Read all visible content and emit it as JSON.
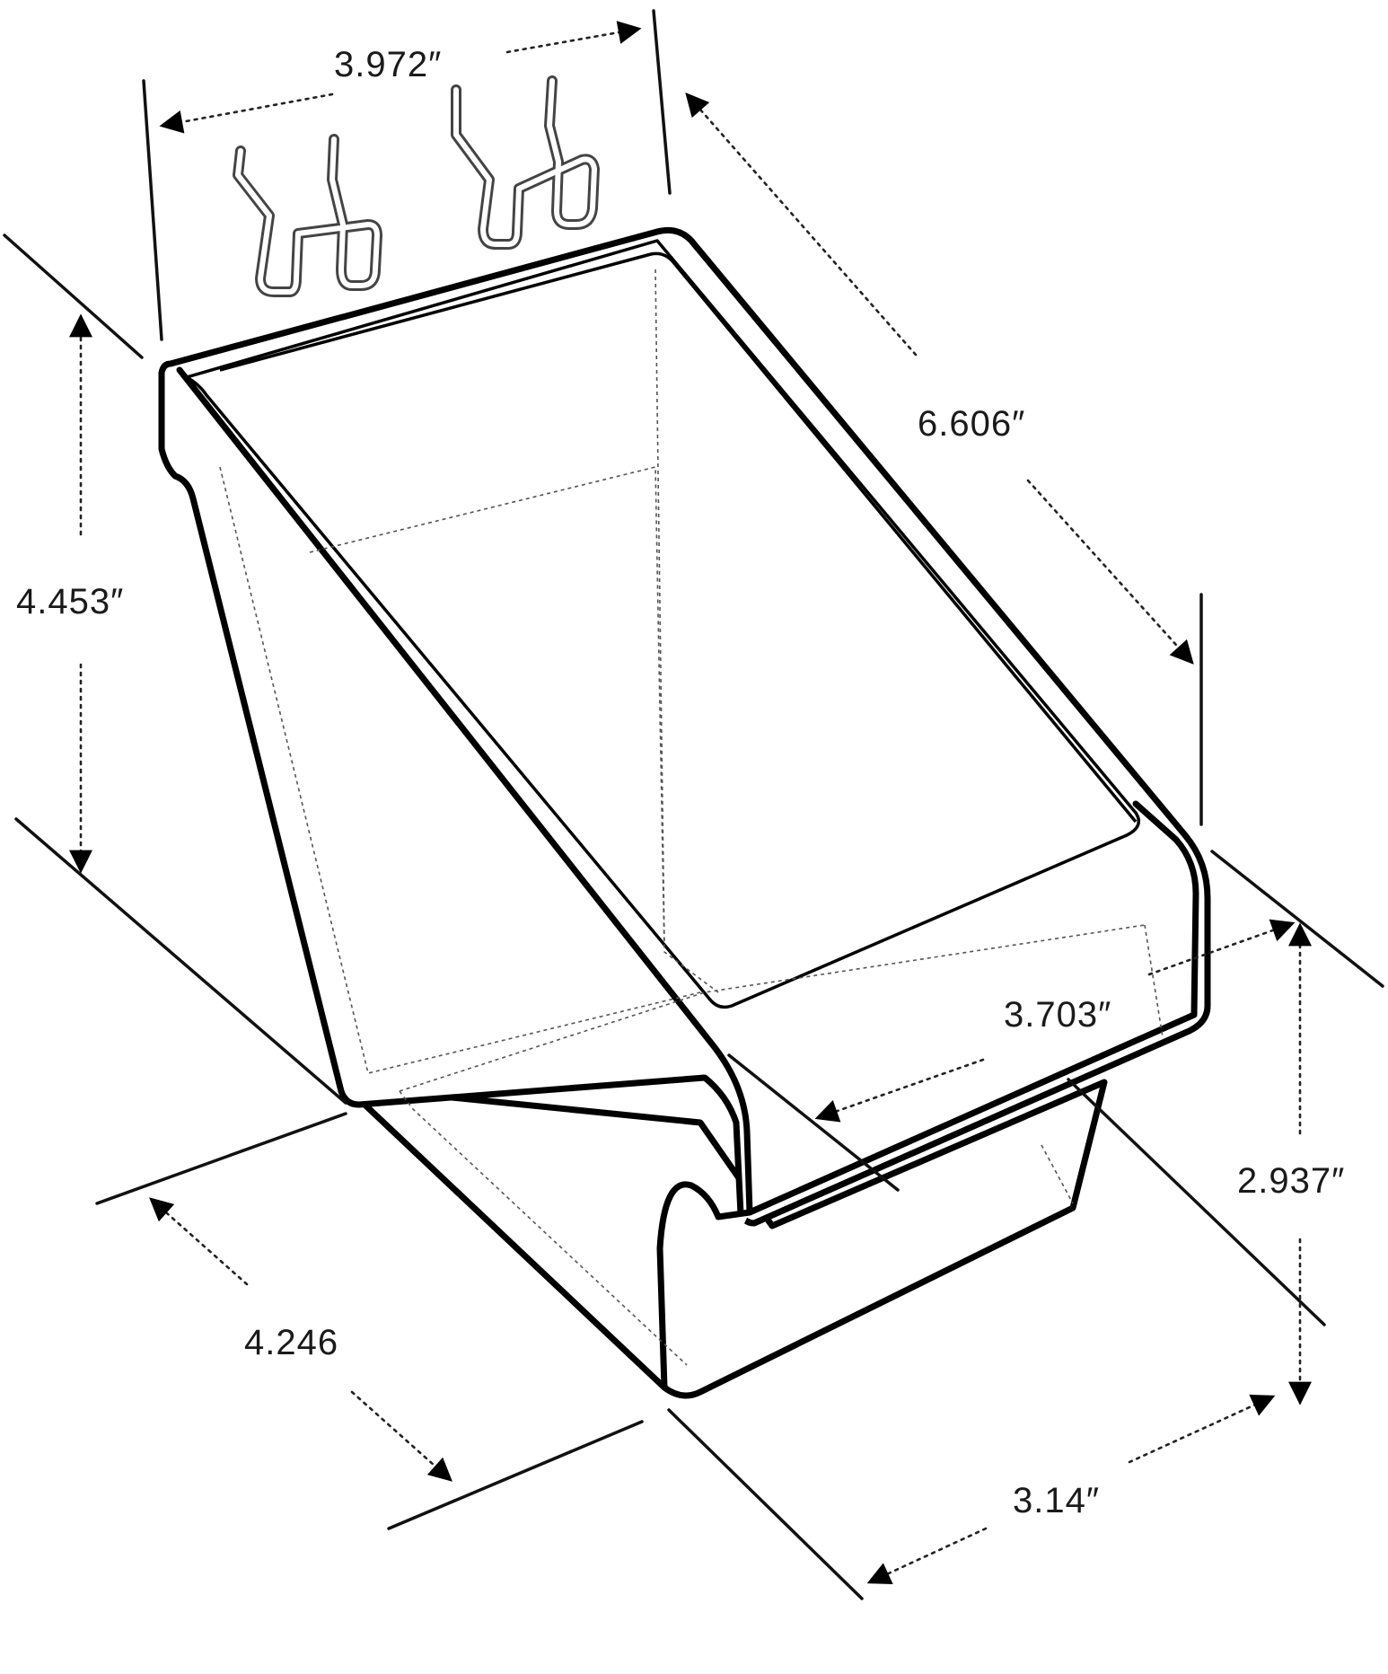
{
  "dimensions": {
    "top_width": "3.972″",
    "depth": "6.606″",
    "back_height": "4.453″",
    "front_width": "3.703″",
    "front_height": "2.937″",
    "bottom_depth": "4.246",
    "bottom_width": "3.14″"
  },
  "colors": {
    "line": "#000000",
    "background": "#ffffff"
  }
}
